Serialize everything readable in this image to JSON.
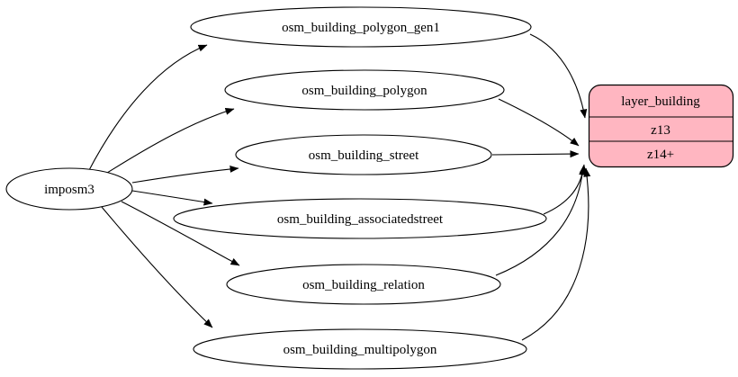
{
  "diagram": {
    "type": "graphviz-flow",
    "source_node": {
      "label": "imposm3"
    },
    "tables": [
      {
        "label": "osm_building_polygon_gen1"
      },
      {
        "label": "osm_building_polygon"
      },
      {
        "label": "osm_building_street"
      },
      {
        "label": "osm_building_associatedstreet"
      },
      {
        "label": "osm_building_relation"
      },
      {
        "label": "osm_building_multipolygon"
      }
    ],
    "target_node": {
      "title": "layer_building",
      "rows": [
        {
          "label": "z13"
        },
        {
          "label": "z14+"
        }
      ]
    },
    "edges": [
      {
        "from": "imposm3",
        "to": "osm_building_polygon_gen1"
      },
      {
        "from": "imposm3",
        "to": "osm_building_polygon"
      },
      {
        "from": "imposm3",
        "to": "osm_building_street"
      },
      {
        "from": "imposm3",
        "to": "osm_building_associatedstreet"
      },
      {
        "from": "imposm3",
        "to": "osm_building_relation"
      },
      {
        "from": "imposm3",
        "to": "osm_building_multipolygon"
      },
      {
        "from": "osm_building_polygon_gen1",
        "to": "layer_building.z13"
      },
      {
        "from": "osm_building_polygon",
        "to": "layer_building.z14+"
      },
      {
        "from": "osm_building_street",
        "to": "layer_building.z14+"
      },
      {
        "from": "osm_building_associatedstreet",
        "to": "layer_building.z14+"
      },
      {
        "from": "osm_building_relation",
        "to": "layer_building.z14+"
      },
      {
        "from": "osm_building_multipolygon",
        "to": "layer_building.z14+"
      }
    ],
    "colors": {
      "target_fill": "#ffb6c1",
      "node_fill": "#ffffff",
      "stroke": "#000000",
      "background": "#ffffff"
    }
  }
}
